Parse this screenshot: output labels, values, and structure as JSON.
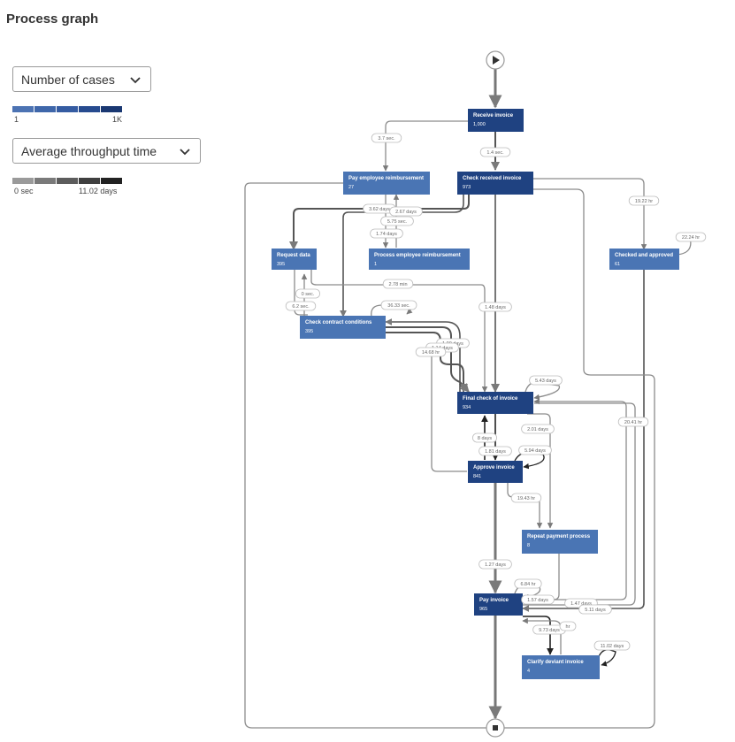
{
  "header": {
    "title": "Process graph"
  },
  "controls": {
    "case_metric": {
      "selected": "Number of cases",
      "icon": "chevron-down-icon"
    },
    "case_legend": {
      "min": "1",
      "max": "1K",
      "colors": [
        "#4c73b3",
        "#3f67aa",
        "#355ca2",
        "#274b8f",
        "#1a3872"
      ]
    },
    "time_metric": {
      "selected": "Average throughput time",
      "icon": "chevron-down-icon"
    },
    "time_legend": {
      "min": "0 sec",
      "max": "11.02 days",
      "colors": [
        "#9a9a9a",
        "#7a7a7a",
        "#5c5c5c",
        "#3f3f3f",
        "#222222"
      ]
    }
  },
  "graph": {
    "colors": {
      "dark": "#1f4281",
      "mid": "#2d5595",
      "light": "#4a75b4",
      "edge": "#8c8c8c"
    },
    "nodes": [
      {
        "id": "receive",
        "title": "Receive invoice",
        "count": "1,000",
        "tone": "dark"
      },
      {
        "id": "pay_emp",
        "title": "Pay employee reimbursement",
        "count": "27",
        "tone": "light"
      },
      {
        "id": "check_recv",
        "title": "Check received invoice",
        "count": "973",
        "tone": "dark"
      },
      {
        "id": "request",
        "title": "Request data",
        "count": "395",
        "tone": "light"
      },
      {
        "id": "process_emp",
        "title": "Process employee reimbursement",
        "count": "1",
        "tone": "light"
      },
      {
        "id": "checked",
        "title": "Checked and approved",
        "count": "61",
        "tone": "light"
      },
      {
        "id": "contract",
        "title": "Check contract conditions",
        "count": "395",
        "tone": "light"
      },
      {
        "id": "final",
        "title": "Final check of invoice",
        "count": "934",
        "tone": "dark"
      },
      {
        "id": "approve",
        "title": "Approve invoice",
        "count": "841",
        "tone": "dark"
      },
      {
        "id": "repeat",
        "title": "Repeat payment process",
        "count": "8",
        "tone": "light"
      },
      {
        "id": "pay",
        "title": "Pay invoice",
        "count": "965",
        "tone": "dark"
      },
      {
        "id": "clarify",
        "title": "Clarify deviant invoice",
        "count": "4",
        "tone": "light"
      }
    ],
    "edge_labels": [
      {
        "id": "e1",
        "text": "3.7 sec."
      },
      {
        "id": "e2",
        "text": "1.4 sec."
      },
      {
        "id": "e3",
        "text": "19.22 hr"
      },
      {
        "id": "e4",
        "text": "3.62 days"
      },
      {
        "id": "e5",
        "text": "2.67 days"
      },
      {
        "id": "e6",
        "text": "5.75 sec."
      },
      {
        "id": "e7",
        "text": "1.74 days"
      },
      {
        "id": "e8",
        "text": "22.24 hr"
      },
      {
        "id": "e9",
        "text": "2.78 min"
      },
      {
        "id": "e10",
        "text": "0 sec."
      },
      {
        "id": "e11",
        "text": "6.2 sec."
      },
      {
        "id": "e12",
        "text": "36.33 sec."
      },
      {
        "id": "e13",
        "text": "1.48 days"
      },
      {
        "id": "e14",
        "text": "1.00 days"
      },
      {
        "id": "e15",
        "text": "1.14 days"
      },
      {
        "id": "e16",
        "text": "14.68 hr"
      },
      {
        "id": "e17",
        "text": "5.43 days"
      },
      {
        "id": "e18",
        "text": "20.41 hr"
      },
      {
        "id": "e19",
        "text": "8 days"
      },
      {
        "id": "e20",
        "text": "2.01 days"
      },
      {
        "id": "e21",
        "text": "1.81 days"
      },
      {
        "id": "e22",
        "text": "5.94 days"
      },
      {
        "id": "e23",
        "text": "19.43 hr"
      },
      {
        "id": "e24",
        "text": "1.27 days"
      },
      {
        "id": "e25",
        "text": "6.84 hr"
      },
      {
        "id": "e26",
        "text": "1.57 days"
      },
      {
        "id": "e27",
        "text": "1.47 days"
      },
      {
        "id": "e28",
        "text": "5.11 days"
      },
      {
        "id": "e29",
        "text": "9.73 days"
      },
      {
        "id": "e30",
        "text": "hr"
      },
      {
        "id": "e31",
        "text": "11.02 days"
      }
    ]
  }
}
